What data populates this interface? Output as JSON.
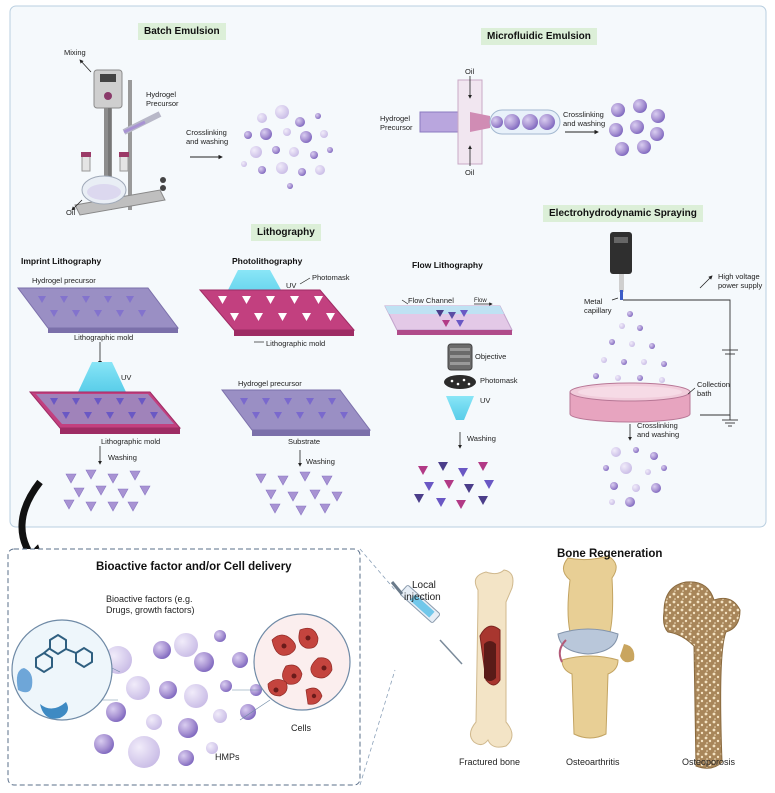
{
  "methods": {
    "batch": {
      "title": "Batch Emulsion",
      "mixing": "Mixing",
      "precursor_line1": "Hydrogel",
      "precursor_line2": "Precursor",
      "oil": "Oil",
      "step_line1": "Crosslinking",
      "step_line2": "and washing"
    },
    "microfluidic": {
      "title": "Microfluidic Emulsion",
      "oil_top": "Oil",
      "oil_bottom": "Oil",
      "precursor_line1": "Hydrogel",
      "precursor_line2": "Precursor",
      "step_line1": "Crosslinking",
      "step_line2": "and washing"
    },
    "lithography": {
      "title": "Lithography",
      "imprint": {
        "title": "Imprint Lithography",
        "precursor": "Hydrogel precursor",
        "mold_top": "Lithographic mold",
        "uv": "UV",
        "mold_bottom": "Lithographic mold",
        "washing": "Washing"
      },
      "photo": {
        "title": "Photolithography",
        "uv": "UV",
        "photomask": "Photomask",
        "mold": "Lithographic mold",
        "precursor": "Hydrogel precursor",
        "substrate": "Substrate",
        "washing": "Washing"
      },
      "flow": {
        "title": "Flow Lithography",
        "channel": "Flow Channel",
        "flow": "Flow",
        "objective": "Objective",
        "photomask": "Photomask",
        "uv": "UV",
        "washing": "Washing"
      }
    },
    "ehd": {
      "title": "Electrohydrodynamic Spraying",
      "voltage_line1": "High voltage",
      "voltage_line2": "power supply",
      "capillary_line1": "Metal",
      "capillary_line2": "capillary",
      "bath_line1": "Collection",
      "bath_line2": "bath",
      "step_line1": "Crosslinking",
      "step_line2": "and washing"
    }
  },
  "delivery": {
    "title": "Bioactive factor and/or Cell delivery",
    "factors_line1": "Bioactive factors (e.g.",
    "factors_line2": "Drugs, growth factors)",
    "cells": "Cells",
    "hmps": "HMPs",
    "injection_line1": "Local",
    "injection_line2": "injection"
  },
  "bone": {
    "title": "Bone Regeneration",
    "fractured": "Fractured bone",
    "osteoarthritis": "Osteoarthritis",
    "osteoporosis": "Osteoporosis"
  },
  "colors": {
    "particle": "#a893d3",
    "particle_dark": "#6f57b0",
    "mold_pink": "#c2407f",
    "substrate_purple": "#9a8fc4",
    "uv_cyan": "#5cd6f0",
    "panel_border": "#b9cfe0",
    "bath_pink": "#e7a4bf"
  }
}
